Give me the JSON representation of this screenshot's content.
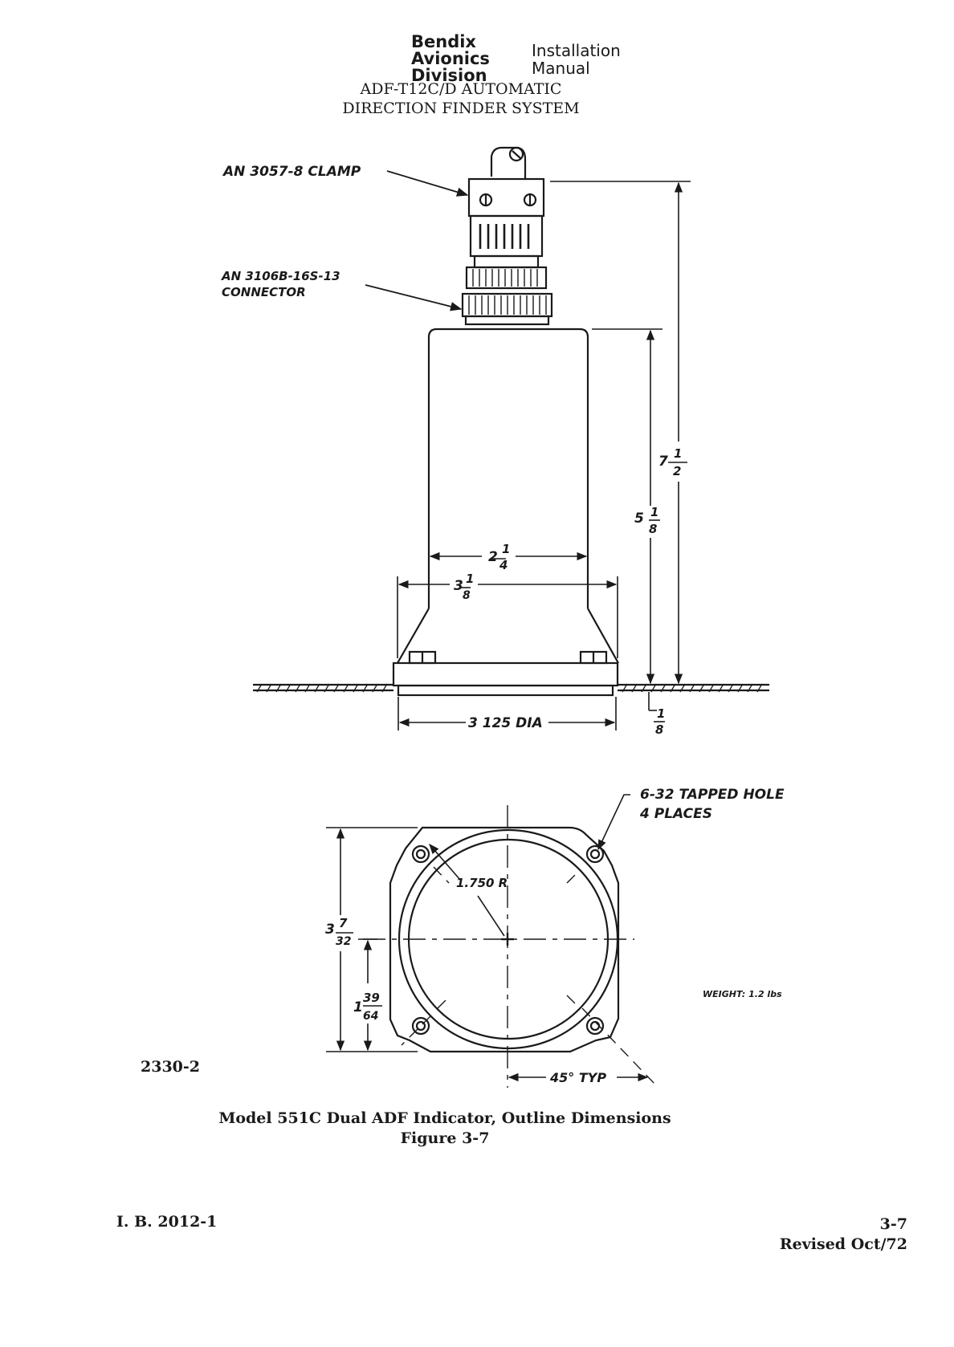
{
  "header": {
    "company_lines": [
      "Bendix",
      "Avionics",
      "Division"
    ],
    "manual_lines": [
      "Installation",
      "Manual"
    ],
    "title_lines": [
      "ADF-T12C/D AUTOMATIC",
      "DIRECTION FINDER SYSTEM"
    ]
  },
  "side_view": {
    "clamp_label": "AN 3057-8 CLAMP",
    "connector_label_lines": [
      "AN 3106B-16S-13",
      "CONNECTOR"
    ],
    "total_height": {
      "whole": "7",
      "num": "1",
      "den": "2"
    },
    "body_height": {
      "whole": "5",
      "num": "1",
      "den": "8"
    },
    "body_width": {
      "whole": "2",
      "num": "1",
      "den": "4"
    },
    "flange_width": {
      "whole": "3",
      "num": "1",
      "den": "8"
    },
    "base_diameter": "3 125 DIA",
    "panel_thickness": {
      "num": "1",
      "den": "8"
    }
  },
  "front_view": {
    "tapped_hole_lines": [
      "6-32 TAPPED HOLE",
      "4 PLACES"
    ],
    "radius_label": "1.750 R",
    "overall_height": {
      "whole": "3",
      "num": "7",
      "den": "32"
    },
    "half_height": {
      "whole": "1",
      "num": "39",
      "den": "64"
    },
    "angle_label": "45° TYP",
    "weight_label": "WEIGHT: 1.2 lbs"
  },
  "drawing_number": "2330-2",
  "caption": {
    "title": "Model 551C Dual ADF Indicator, Outline Dimensions",
    "figure": "Figure 3-7"
  },
  "footer": {
    "left": "I. B.  2012-1",
    "page": "3-7",
    "revised": "Revised Oct/72"
  }
}
